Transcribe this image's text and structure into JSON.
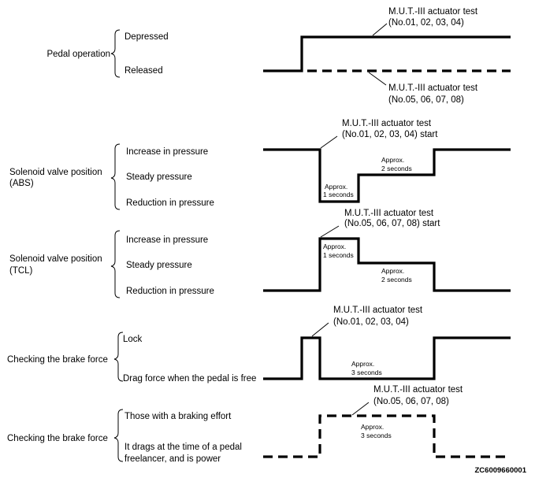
{
  "pedal": {
    "title": "Pedal operation",
    "states": [
      "Depressed",
      "Released"
    ],
    "callout_top": [
      "M.U.T.-III actuator test",
      "(No.01, 02, 03, 04)"
    ],
    "callout_bottom": [
      "M.U.T.-III actuator test",
      "(No.05, 06, 07, 08)"
    ]
  },
  "abs": {
    "title": [
      "Solenoid valve position",
      "(ABS)"
    ],
    "states": [
      "Increase in pressure",
      "Steady pressure",
      "Reduction in pressure"
    ],
    "callout": [
      "M.U.T.-III actuator test",
      "(No.01, 02, 03, 04) start"
    ],
    "dur1": [
      "Approx.",
      "1 seconds"
    ],
    "dur2": [
      "Approx.",
      "2 seconds"
    ]
  },
  "tcl": {
    "title": [
      "Solenoid valve position",
      "(TCL)"
    ],
    "states": [
      "Increase in pressure",
      "Steady pressure",
      "Reduction in pressure"
    ],
    "callout": [
      "M.U.T.-III actuator test",
      "(No.05, 06, 07, 08) start"
    ],
    "dur1": [
      "Approx.",
      "1 seconds"
    ],
    "dur2": [
      "Approx.",
      "2 seconds"
    ]
  },
  "brake1": {
    "title": "Checking the brake force",
    "states": [
      "Lock",
      "Drag force when the pedal is free"
    ],
    "callout": [
      "M.U.T.-III actuator test",
      "(No.01, 02, 03, 04)"
    ],
    "dur": [
      "Approx.",
      "3 seconds"
    ]
  },
  "brake2": {
    "title": "Checking the brake force",
    "states": [
      "Those with a braking effort",
      "It drags at the time of a pedal",
      "freelancer, and is power"
    ],
    "callout": [
      "M.U.T.-III actuator test",
      "(No.05, 06, 07, 08)"
    ],
    "dur": [
      "Approx.",
      "3 seconds"
    ]
  },
  "code": "ZC6009660001"
}
